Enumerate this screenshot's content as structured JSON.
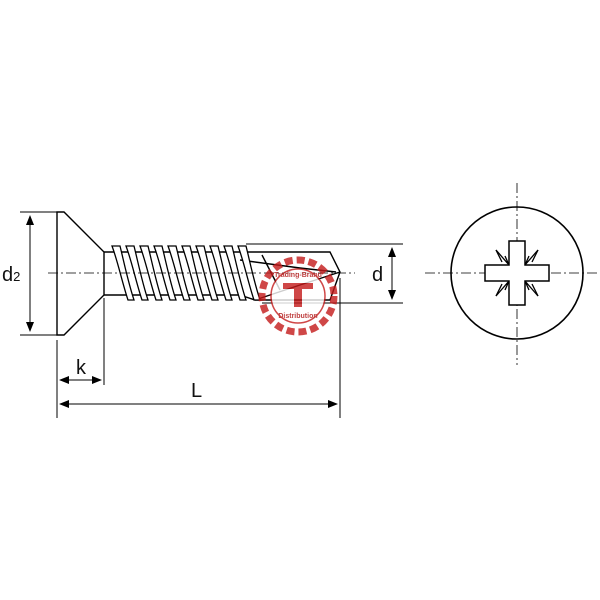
{
  "labels": {
    "d2_main": "d",
    "d2_sub": "2",
    "k": "k",
    "L": "L",
    "d": "d"
  },
  "watermark": {
    "line1": "Trading-Brand",
    "line2": "Distribution"
  },
  "colors": {
    "line": "#000000",
    "watermark": "#c41a1a"
  }
}
